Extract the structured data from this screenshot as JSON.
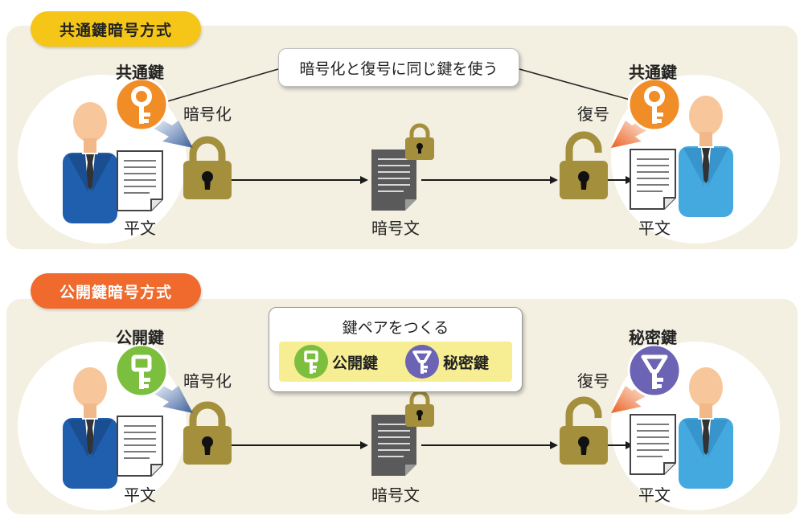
{
  "section1": {
    "title": "共通鍵暗号方式",
    "note": "暗号化と復号に同じ鍵を使う",
    "left_key_label": "共通鍵",
    "right_key_label": "共通鍵",
    "encrypt_label": "暗号化",
    "decrypt_label": "復号",
    "plaintext_left": "平文",
    "ciphertext": "暗号文",
    "plaintext_right": "平文"
  },
  "section2": {
    "title": "公開鍵暗号方式",
    "left_key_label": "公開鍵",
    "right_key_label": "秘密鍵",
    "encrypt_label": "暗号化",
    "decrypt_label": "復号",
    "plaintext_left": "平文",
    "ciphertext": "暗号文",
    "plaintext_right": "平文",
    "key_pair": {
      "title": "鍵ペアをつくる",
      "public_label": "公開鍵",
      "private_label": "秘密鍵"
    }
  },
  "colors": {
    "panel": "#f3efe1",
    "tag_common": "#f5c518",
    "tag_public": "#ef6a2c",
    "common_key": "#f18d27",
    "public_key": "#7cbf3e",
    "private_key": "#6c63b5",
    "lock": "#a38f3c",
    "person_left": "#1f5fae",
    "person_right": "#44a9df"
  }
}
